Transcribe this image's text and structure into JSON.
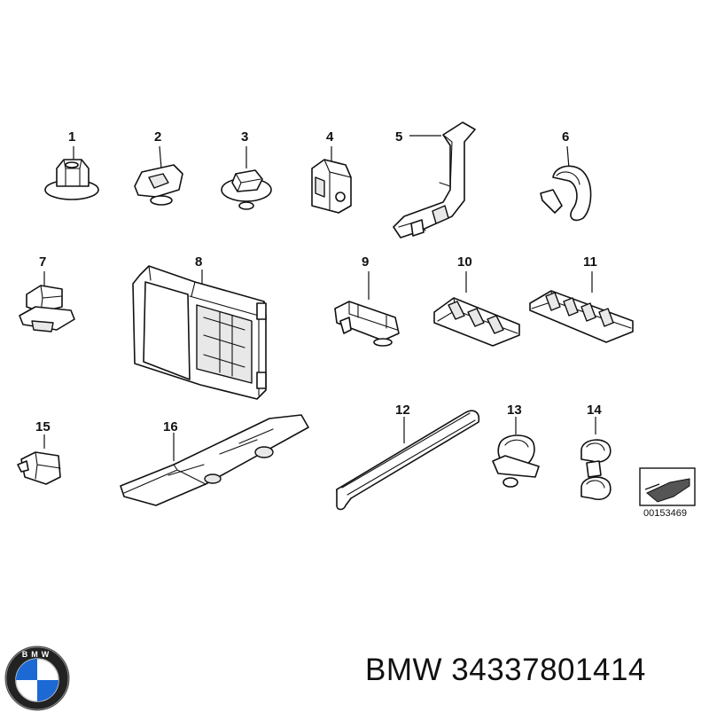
{
  "diagram": {
    "callouts": [
      "1",
      "2",
      "3",
      "4",
      "5",
      "6",
      "7",
      "8",
      "9",
      "10",
      "11",
      "12",
      "13",
      "14",
      "15",
      "16"
    ],
    "reference_code": "00153469"
  },
  "brand": {
    "part_label": "BMW 34337801414",
    "logo_text": "BMW",
    "logo_colors": {
      "blue": "#1c69d4",
      "white": "#ffffff",
      "ring": "#111111"
    }
  }
}
